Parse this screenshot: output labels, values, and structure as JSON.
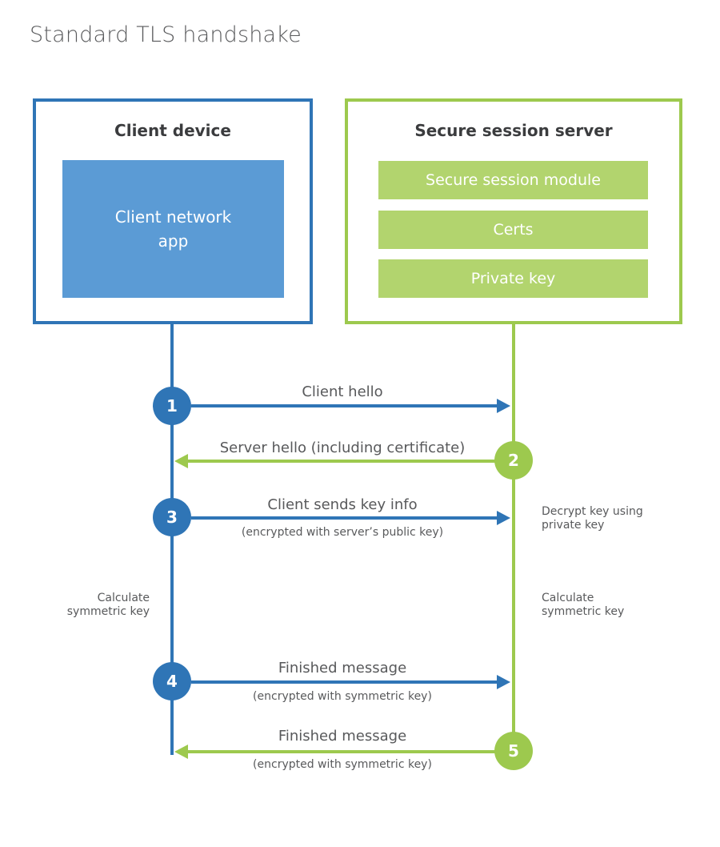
{
  "title": "Standard TLS handshake",
  "colors": {
    "client_blue": "#2f75b6",
    "client_fill_blue": "#5b9bd5",
    "server_green": "#9dc94e",
    "server_fill_green": "#b2d46e",
    "heading_text": "#3b3c3e",
    "body_text": "#58595b"
  },
  "client": {
    "title": "Client device",
    "module": "Client network\napp"
  },
  "server": {
    "title": "Secure session server",
    "modules": [
      "Secure session module",
      "Certs",
      "Private key"
    ]
  },
  "steps": [
    {
      "num": "1",
      "direction": "right",
      "color": "blue",
      "label": "Client hello",
      "sub": ""
    },
    {
      "num": "2",
      "direction": "left",
      "color": "green",
      "label": "Server hello (including certificate)",
      "sub": ""
    },
    {
      "num": "3",
      "direction": "right",
      "color": "blue",
      "label": "Client sends key info",
      "sub": "(encrypted with server’s public key)"
    },
    {
      "num": "4",
      "direction": "right",
      "color": "blue",
      "label": "Finished message",
      "sub": "(encrypted with symmetric key)"
    },
    {
      "num": "5",
      "direction": "left",
      "color": "green",
      "label": "Finished message",
      "sub": "(encrypted with symmetric key)"
    }
  ],
  "notes": {
    "decrypt": "Decrypt key using\nprivate key",
    "calc_left": "Calculate\nsymmetric key",
    "calc_right": "Calculate\nsymmetric key"
  }
}
